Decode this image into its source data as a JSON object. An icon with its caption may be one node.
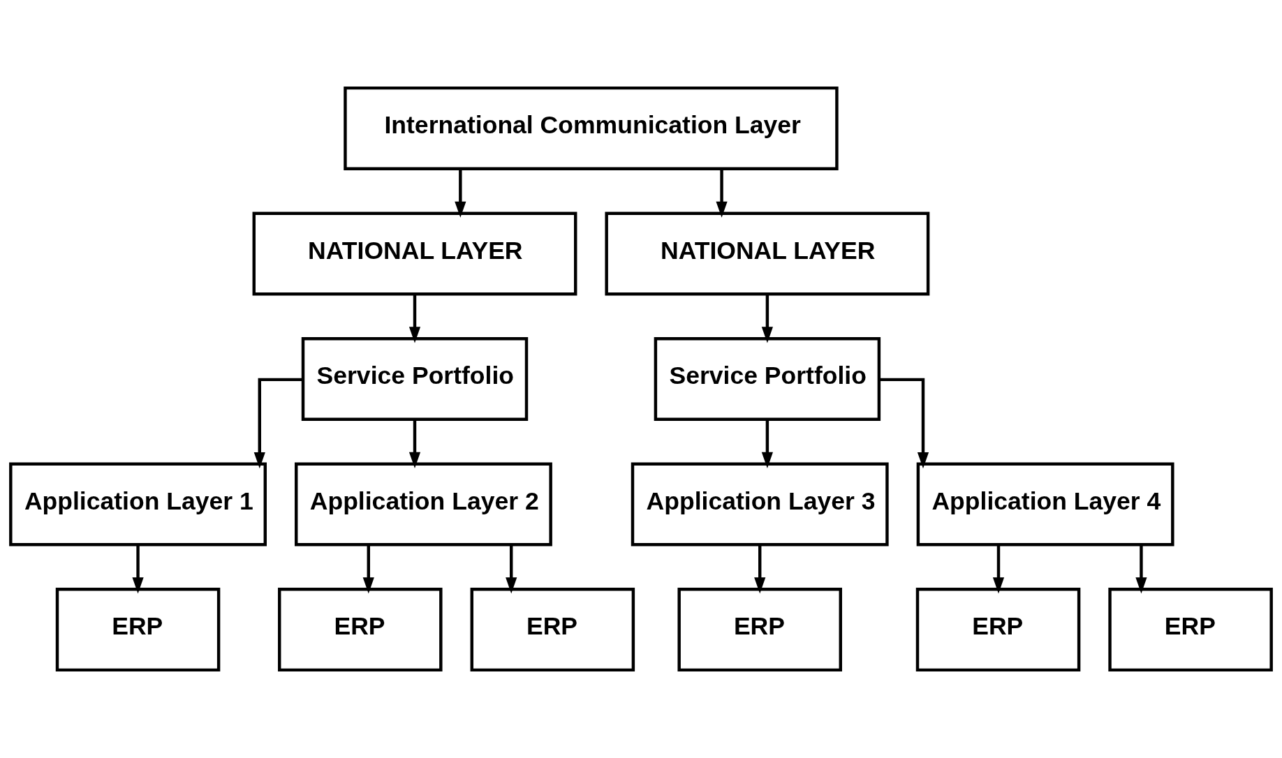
{
  "diagram": {
    "nodes": [
      {
        "text": [
          "International Communication Layer"
        ]
      },
      {
        "text": [
          "NATIONAL LAYER"
        ]
      },
      {
        "text": [
          "Service Portfolio"
        ]
      },
      {
        "text": [
          "Application Layer 1"
        ]
      },
      {
        "text": [
          "Application Layer 2"
        ]
      },
      {
        "text": [
          "ERP"
        ]
      },
      {
        "text": [
          "ERP"
        ]
      },
      {
        "text": [
          "ERP"
        ]
      },
      {
        "text": [
          "NATIONAL LAYER"
        ]
      },
      {
        "text": [
          "Service Portfolio"
        ]
      },
      {
        "text": [
          "Application Layer 3"
        ]
      },
      {
        "text": [
          "Application Layer 4"
        ]
      },
      {
        "text": [
          "ERP"
        ]
      },
      {
        "text": [
          "ERP"
        ]
      },
      {
        "text": [
          "ERP"
        ]
      }
    ],
    "edges": [
      {
        "from": 0,
        "to": 1,
        "arrow": "to"
      },
      {
        "from": 0,
        "to": 8,
        "arrow": "to"
      },
      {
        "from": 1,
        "to": 2,
        "arrow": "to"
      },
      {
        "from": 2,
        "to": 3,
        "arrow": "to"
      },
      {
        "from": 2,
        "to": 4,
        "arrow": "to"
      },
      {
        "from": 3,
        "to": 5,
        "arrow": "to"
      },
      {
        "from": 4,
        "to": 6,
        "arrow": "to"
      },
      {
        "from": 4,
        "to": 7,
        "arrow": "to"
      },
      {
        "from": 8,
        "to": 9,
        "arrow": "to"
      },
      {
        "from": 9,
        "to": 10,
        "arrow": "to"
      },
      {
        "from": 9,
        "to": 11,
        "arrow": "to"
      },
      {
        "from": 10,
        "to": 12,
        "arrow": "to"
      },
      {
        "from": 11,
        "to": 13,
        "arrow": "to"
      },
      {
        "from": 11,
        "to": 14,
        "arrow": "to"
      }
    ]
  }
}
